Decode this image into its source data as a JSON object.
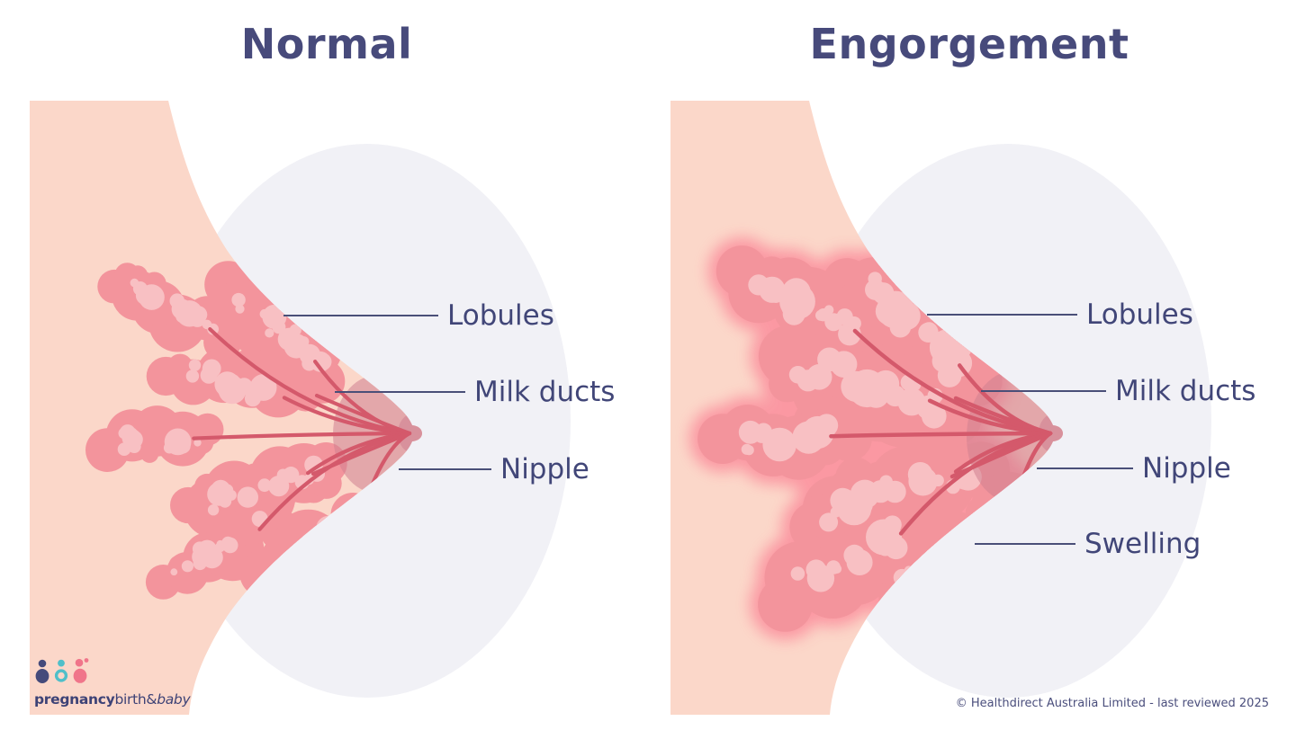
{
  "panels": [
    {
      "title": "Normal",
      "labels": [
        {
          "text": "Lobules"
        },
        {
          "text": "Milk ducts"
        },
        {
          "text": "Nipple"
        }
      ]
    },
    {
      "title": "Engorgement",
      "labels": [
        {
          "text": "Lobules"
        },
        {
          "text": "Milk ducts"
        },
        {
          "text": "Nipple"
        },
        {
          "text": "Swelling"
        }
      ]
    }
  ],
  "logo": {
    "brand_bold": "pregnancy",
    "brand_regular": "birth&",
    "brand_italic": "baby"
  },
  "footer": {
    "copyright": "© Healthdirect Australia Limited - last reviewed 2025"
  },
  "colors": {
    "background": "#ffffff",
    "title_navy": "#474a7b",
    "label_navy": "#414678",
    "leader_line": "#4a4f78",
    "skin_peach": "#fbd7c9",
    "breast_shadow_gray": "#f1f1f6",
    "lobule_pink": "#f3949c",
    "lobule_spot_pink": "#f8c0c3",
    "duct_rose": "#d4596b",
    "areola_mauve": "#d08090",
    "engorged_glow": "#fb8e9c",
    "logo_navy": "#454a7b",
    "logo_teal": "#4fbfc9",
    "logo_coral": "#f0758a",
    "logo_text_navy": "#3d4276",
    "copyright_navy": "#4a4e7c"
  }
}
